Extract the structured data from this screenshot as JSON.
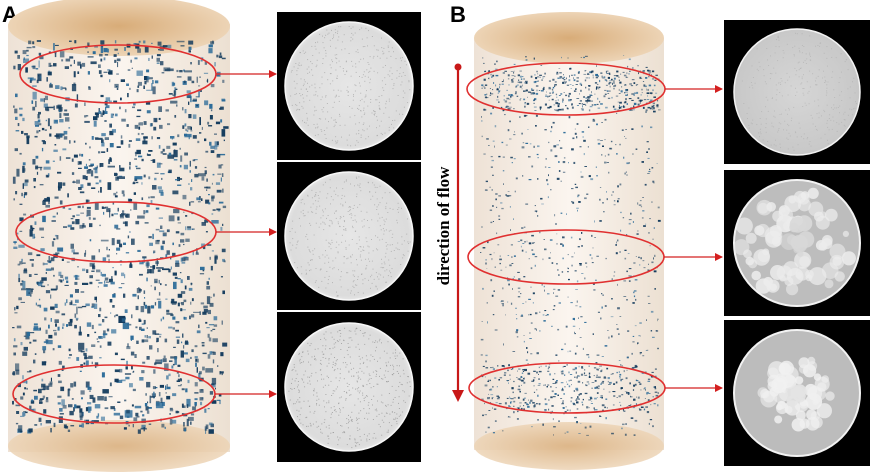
{
  "figure": {
    "panels": [
      {
        "id": "A",
        "label": "A"
      },
      {
        "id": "B",
        "label": "B"
      }
    ],
    "flow_label": "direction of flow"
  },
  "colors": {
    "ellipse": "#e03030",
    "arrow": "#d42020",
    "flow_arrow": "#c81818",
    "pore_dark": "#123a5c",
    "pore_mid": "#2a6a98",
    "core_body": "#f6ebe0",
    "core_cap": "#e3c092",
    "slice_bg": "#000000",
    "slice_disc": "#e2e2e2"
  },
  "icons": {
    "slice_arrow": "right-arrow-icon",
    "flow_arrow": "down-arrow-icon"
  }
}
